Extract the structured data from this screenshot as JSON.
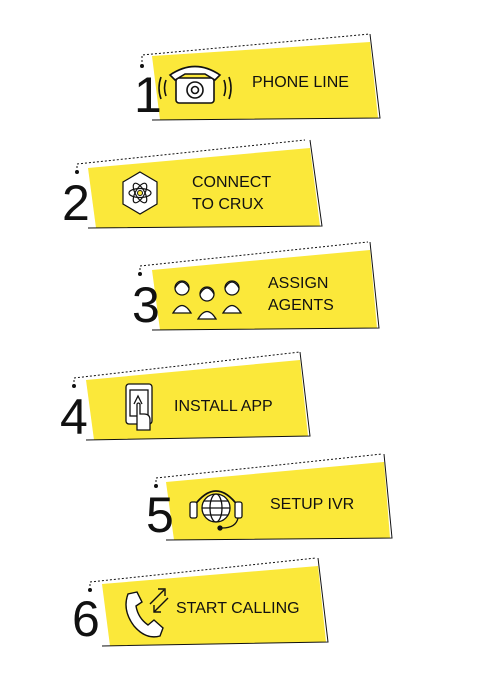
{
  "colors": {
    "accent": "#FBE83A",
    "ink": "#111111",
    "icon_fill": "#FFFFFF"
  },
  "steps": [
    {
      "number": "1",
      "label_lines": [
        "PHONE LINE"
      ],
      "icon": "telephone-icon"
    },
    {
      "number": "2",
      "label_lines": [
        "CONNECT",
        "TO CRUX"
      ],
      "icon": "atom-icon"
    },
    {
      "number": "3",
      "label_lines": [
        "ASSIGN",
        "AGENTS"
      ],
      "icon": "agents-icon"
    },
    {
      "number": "4",
      "label_lines": [
        "INSTALL APP"
      ],
      "icon": "tablet-touch-icon"
    },
    {
      "number": "5",
      "label_lines": [
        "SETUP IVR"
      ],
      "icon": "globe-headset-icon"
    },
    {
      "number": "6",
      "label_lines": [
        "START CALLING"
      ],
      "icon": "phone-arrows-icon"
    }
  ]
}
